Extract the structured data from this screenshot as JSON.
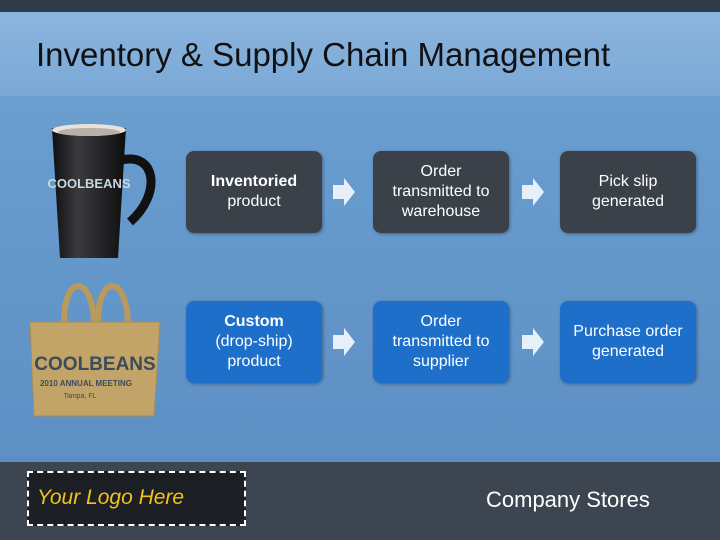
{
  "header": {
    "title": "Inventory & Supply Chain Management"
  },
  "products": {
    "mug_brand": "COOLBEANS",
    "bag_brand": "COOLBEANS",
    "bag_line1": "2010 ANNUAL MEETING",
    "bag_line2": "Tampa, FL"
  },
  "flow": {
    "row1": {
      "step1_bold": "Inventoried",
      "step1_rest": "product",
      "step2": "Order transmitted to warehouse",
      "step3": "Pick slip generated"
    },
    "row2": {
      "step1_bold": "Custom",
      "step1_rest": "(drop-ship) product",
      "step2": "Order transmitted to supplier",
      "step3": "Purchase order generated"
    },
    "arrow_icon": "right-arrow-icon"
  },
  "footer": {
    "logo_text": "Your Logo Here",
    "company_stores": "Company Stores"
  },
  "colors": {
    "dark_box": "#3b4149",
    "blue_box": "#1e6fc9",
    "logo_text": "#f2c21a",
    "footer_bg": "#3d4550"
  }
}
